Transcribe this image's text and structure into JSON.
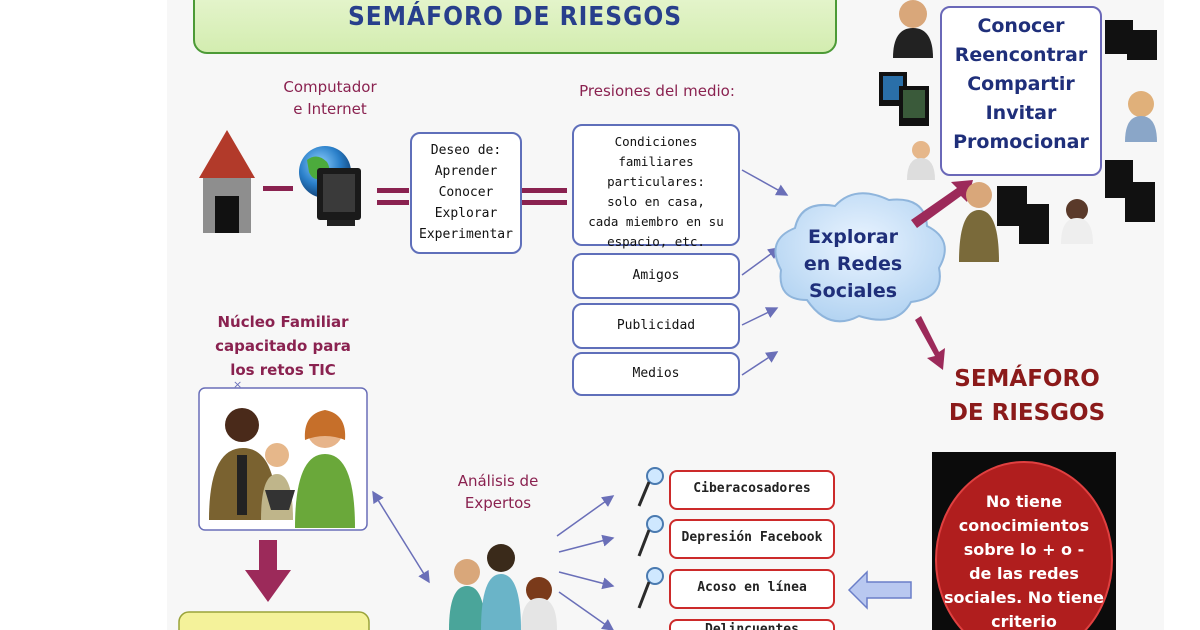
{
  "title": "SEMÁFORO DE RIESGOS",
  "labels": {
    "computer": [
      "Computador",
      "e Internet"
    ],
    "pressures": "Presiones del medio:",
    "family": [
      "Núcleo Familiar",
      "capacitado para",
      "los retos TIC"
    ],
    "experts": [
      "Análisis de",
      "Expertos"
    ]
  },
  "deseo": [
    "Deseo de:",
    "Aprender",
    "Conocer",
    "Explorar",
    "Experimentar"
  ],
  "conditions": [
    "Condiciones familiares",
    "particulares:",
    "solo en casa,",
    "cada miembro en su",
    "espacio, etc."
  ],
  "pressure_items": [
    "Amigos",
    "Publicidad",
    "Medios"
  ],
  "cloud": [
    "Explorar",
    "en Redes",
    "Sociales"
  ],
  "actions": [
    "Conocer",
    "Reencontrar",
    "Compartir",
    "Invitar",
    "Promocionar"
  ],
  "semaforo": [
    "SEMÁFORO",
    "DE RIESGOS"
  ],
  "risk_panel": [
    "No tiene",
    "conocimientos",
    "sobre lo + o -",
    "de las redes",
    "sociales. No tiene",
    "criterio"
  ],
  "risks": [
    "Ciberacosadores",
    "Depresión Facebook",
    "Acoso en línea",
    "Delincuentes"
  ],
  "colors": {
    "maroon": "#8a2250",
    "navy": "#1f2f7a",
    "green_border": "#4c9a36",
    "risk_red": "#cc2a2a"
  }
}
